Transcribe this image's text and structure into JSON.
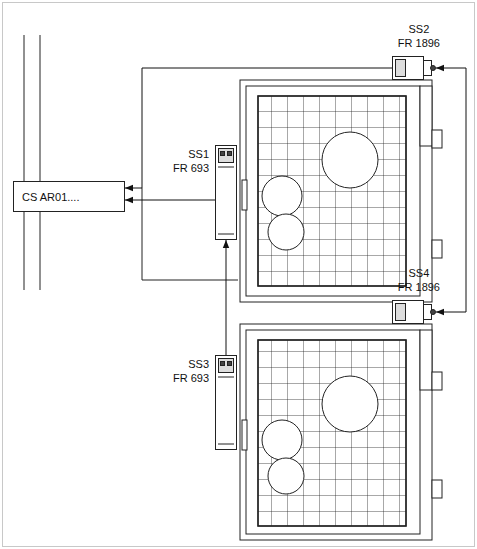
{
  "diagram": {
    "nodes": [
      {
        "text": [
          "SS2",
          "FR 1896"
        ]
      },
      {
        "text": [
          "CS AR01...."
        ]
      },
      {
        "text": [
          "SS1",
          "FR 693"
        ]
      },
      {
        "text": [
          "SS4",
          "FR 1896"
        ]
      },
      {
        "text": [
          "SS3",
          "FR 693"
        ]
      }
    ],
    "edges": [
      {
        "from": 0,
        "to": 1,
        "arrow": "to"
      },
      {
        "from": 2,
        "to": 1,
        "arrow": "to"
      },
      {
        "from": 4,
        "to": 2,
        "arrow": "to"
      },
      {
        "from": 3,
        "to": 0,
        "arrow": "both"
      }
    ]
  }
}
